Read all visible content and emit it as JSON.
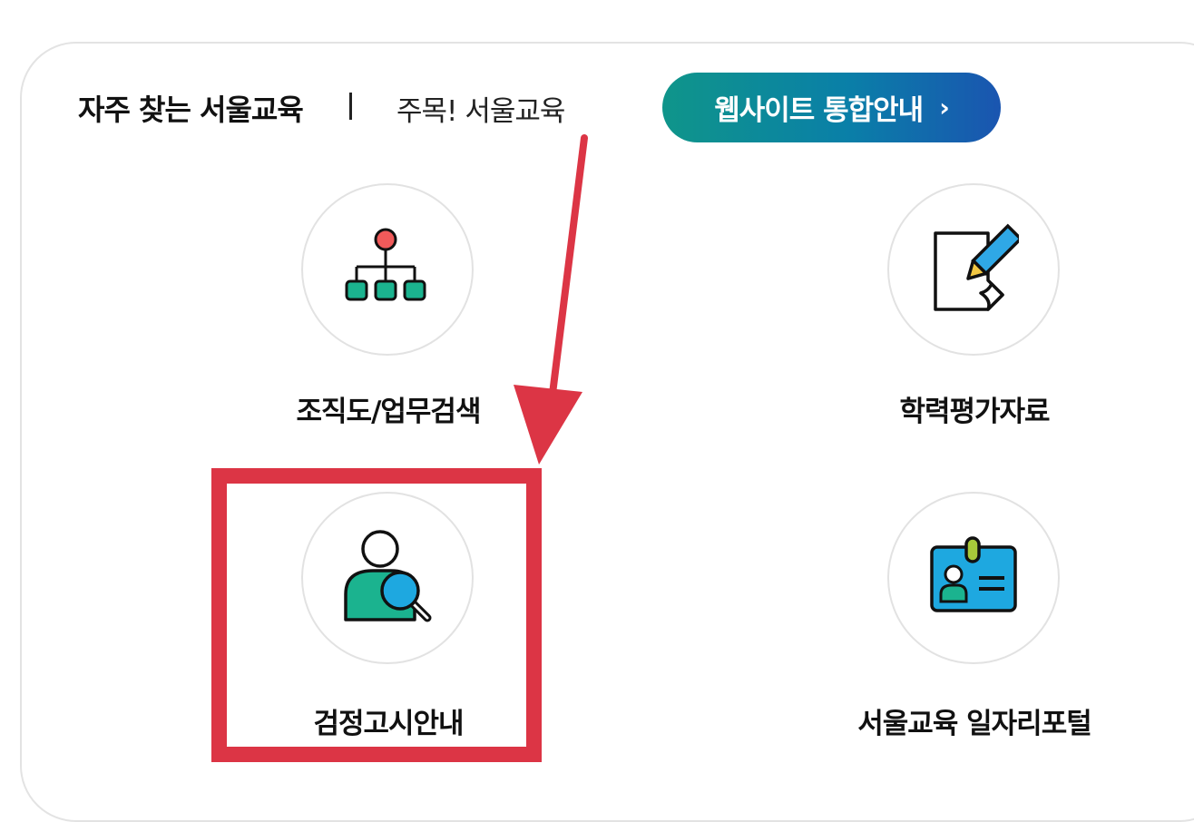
{
  "tabs": {
    "active_label": "자주 찾는 서울교육",
    "second_label": "주목! 서울교육"
  },
  "guide_button": {
    "label": "웹사이트 통합안내",
    "chevron": "›"
  },
  "items": [
    {
      "label": "조직도/업무검색",
      "icon": "org-chart-icon"
    },
    {
      "label": "학력평가자료",
      "icon": "document-pencil-icon"
    },
    {
      "label": "검정고시안내",
      "icon": "user-search-icon"
    },
    {
      "label": "서울교육 일자리포털",
      "icon": "id-card-icon"
    }
  ],
  "colors": {
    "accent_green": "#1bb38f",
    "accent_blue": "#1ea8e0",
    "node_red": "#f05a5a",
    "annotation_red": "#dc3545",
    "button_gradient_start": "#0f958a",
    "button_gradient_end": "#1a55b0"
  }
}
